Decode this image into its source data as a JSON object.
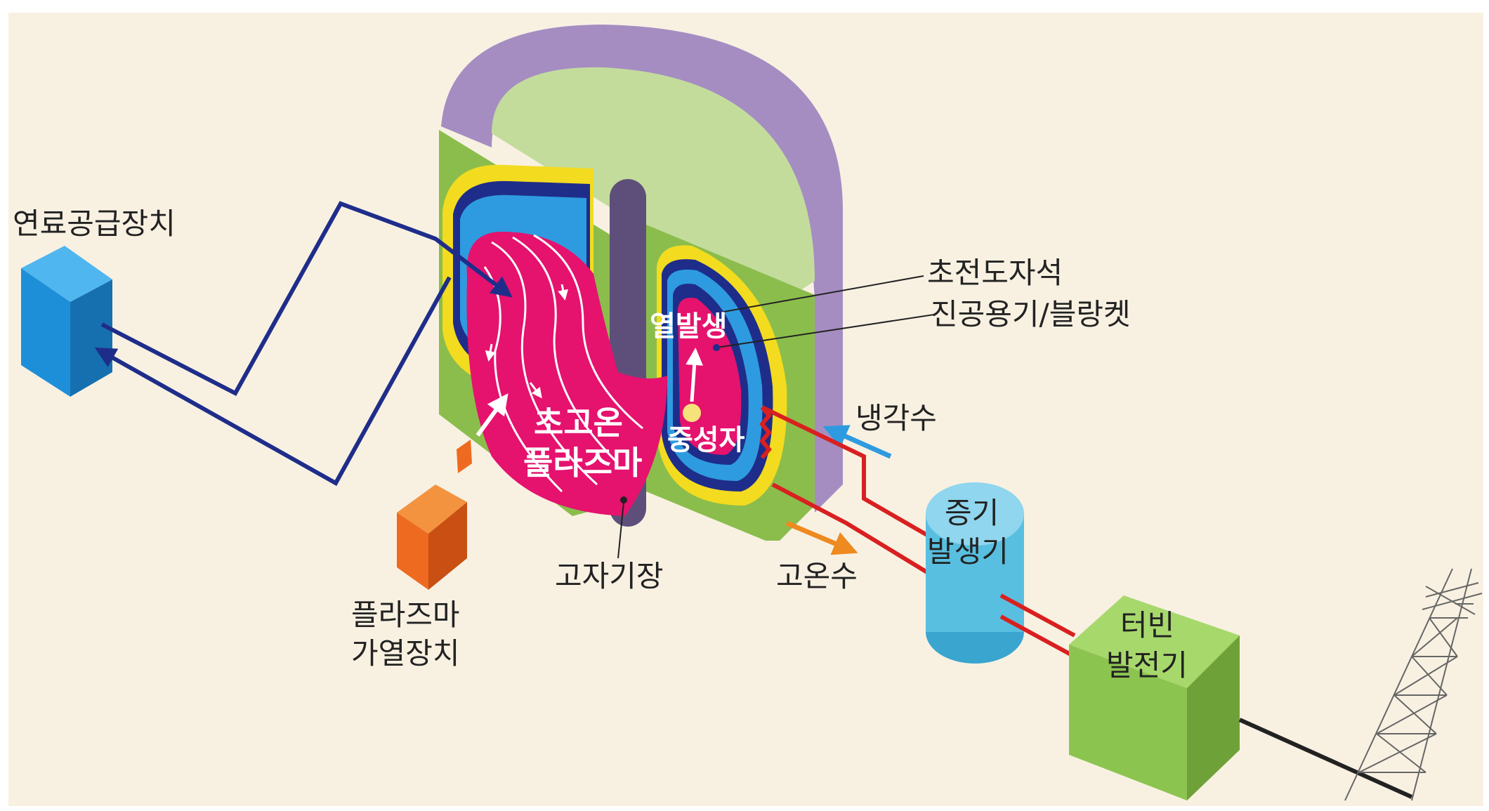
{
  "labels": {
    "fuel_supply": "연료공급장치",
    "superconducting_magnet": "초전도자석",
    "vacuum_vessel_blanket": "진공용기/블랑켓",
    "heat_generation": "열발생",
    "neutron": "중성자",
    "ultra_hot_plasma_line1": "초고온",
    "ultra_hot_plasma_line2": "플라즈마",
    "cooling_water": "냉각수",
    "high_magnetic_field": "고자기장",
    "hot_water": "고온수",
    "plasma_heater_line1": "플라즈마",
    "plasma_heater_line2": "가열장치",
    "steam_generator_line1": "증기",
    "steam_generator_line2": "발생기",
    "turbine_generator_line1": "터빈",
    "turbine_generator_line2": "발전기"
  },
  "colors": {
    "background": "#f8f1e2",
    "plasma": "#e5126e",
    "vessel_purple": "#a58dc2",
    "dome_green": "#c3dc9c",
    "body_green": "#8bbd4c",
    "magnet_yellow": "#f3db20",
    "blanket_blue": "#2e9be0",
    "navy_line": "#1f2d8a",
    "red_pipe": "#d92020",
    "orange_heater": "#ee6a20",
    "fuel_box_blue": "#1d8fd8",
    "steam_cyan": "#59bfe0",
    "turbine_green": "#8cc450"
  }
}
